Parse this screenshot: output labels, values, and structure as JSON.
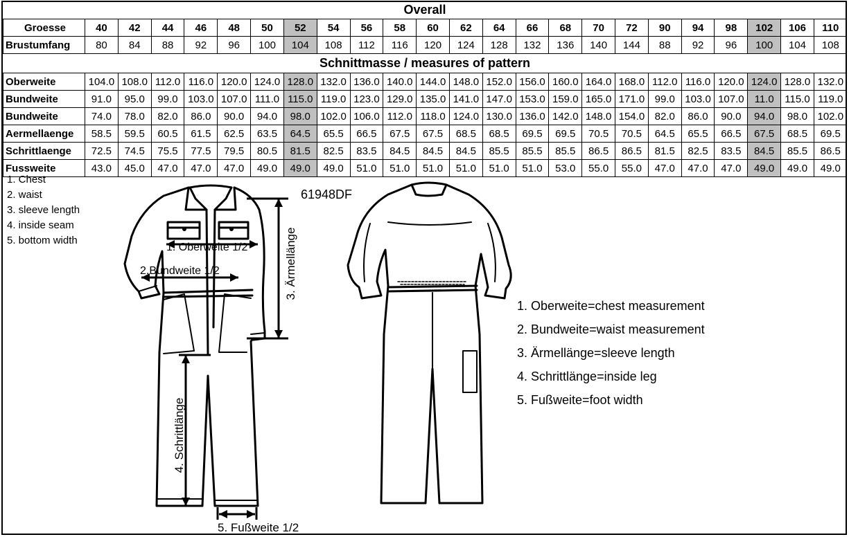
{
  "titles": {
    "overall": "Overall",
    "pattern": "Schnittmasse / measures of pattern"
  },
  "highlight_columns": [
    6,
    20
  ],
  "highlight_color": "#c0c0c0",
  "groesse": {
    "label": "Groesse",
    "values": [
      "40",
      "42",
      "44",
      "46",
      "48",
      "50",
      "52",
      "54",
      "56",
      "58",
      "60",
      "62",
      "64",
      "66",
      "68",
      "70",
      "72",
      "90",
      "94",
      "98",
      "102",
      "106",
      "110"
    ]
  },
  "brustumfang": {
    "label": "Brustumfang",
    "values": [
      "80",
      "84",
      "88",
      "92",
      "96",
      "100",
      "104",
      "108",
      "112",
      "116",
      "120",
      "124",
      "128",
      "132",
      "136",
      "140",
      "144",
      "88",
      "92",
      "96",
      "100",
      "104",
      "108"
    ]
  },
  "measures": [
    {
      "label": "Oberweite",
      "values": [
        "104.0",
        "108.0",
        "112.0",
        "116.0",
        "120.0",
        "124.0",
        "128.0",
        "132.0",
        "136.0",
        "140.0",
        "144.0",
        "148.0",
        "152.0",
        "156.0",
        "160.0",
        "164.0",
        "168.0",
        "112.0",
        "116.0",
        "120.0",
        "124.0",
        "128.0",
        "132.0"
      ]
    },
    {
      "label": "Bundweite",
      "values": [
        "91.0",
        "95.0",
        "99.0",
        "103.0",
        "107.0",
        "111.0",
        "115.0",
        "119.0",
        "123.0",
        "129.0",
        "135.0",
        "141.0",
        "147.0",
        "153.0",
        "159.0",
        "165.0",
        "171.0",
        "99.0",
        "103.0",
        "107.0",
        "11.0",
        "115.0",
        "119.0"
      ]
    },
    {
      "label": "Bundweite",
      "values": [
        "74.0",
        "78.0",
        "82.0",
        "86.0",
        "90.0",
        "94.0",
        "98.0",
        "102.0",
        "106.0",
        "112.0",
        "118.0",
        "124.0",
        "130.0",
        "136.0",
        "142.0",
        "148.0",
        "154.0",
        "82.0",
        "86.0",
        "90.0",
        "94.0",
        "98.0",
        "102.0"
      ]
    },
    {
      "label": "Aermellaenge",
      "values": [
        "58.5",
        "59.5",
        "60.5",
        "61.5",
        "62.5",
        "63.5",
        "64.5",
        "65.5",
        "66.5",
        "67.5",
        "67.5",
        "68.5",
        "68.5",
        "69.5",
        "69.5",
        "70.5",
        "70.5",
        "64.5",
        "65.5",
        "66.5",
        "67.5",
        "68.5",
        "69.5"
      ]
    },
    {
      "label": "Schrittlaenge",
      "values": [
        "72.5",
        "74.5",
        "75.5",
        "77.5",
        "79.5",
        "80.5",
        "81.5",
        "82.5",
        "83.5",
        "84.5",
        "84.5",
        "84.5",
        "85.5",
        "85.5",
        "85.5",
        "86.5",
        "86.5",
        "81.5",
        "82.5",
        "83.5",
        "84.5",
        "85.5",
        "86.5"
      ]
    },
    {
      "label": "Fussweite",
      "values": [
        "43.0",
        "45.0",
        "47.0",
        "47.0",
        "47.0",
        "49.0",
        "49.0",
        "49.0",
        "51.0",
        "51.0",
        "51.0",
        "51.0",
        "51.0",
        "51.0",
        "53.0",
        "55.0",
        "55.0",
        "47.0",
        "47.0",
        "47.0",
        "49.0",
        "49.0",
        "49.0"
      ]
    }
  ],
  "legend_short": [
    "1. Chest",
    "2. waist",
    "3. sleeve length",
    "4. inside seam",
    "5. bottom width"
  ],
  "article_code": "61948DF",
  "diagram_labels": {
    "oberweite": "1. Oberweite 1/2",
    "bundweite": "2.Bundweite 1/2",
    "aermellaenge": "3. Ärmellänge",
    "schrittlaenge": "4. Schrittlänge",
    "fussweite": "5. Fußweite 1/2"
  },
  "legend_long": [
    "1. Oberweite=chest measurement",
    "2. Bundweite=waist measurement",
    "3. Ärmellänge=sleeve length",
    "4. Schrittlänge=inside leg",
    "5. Fußweite=foot width"
  ]
}
